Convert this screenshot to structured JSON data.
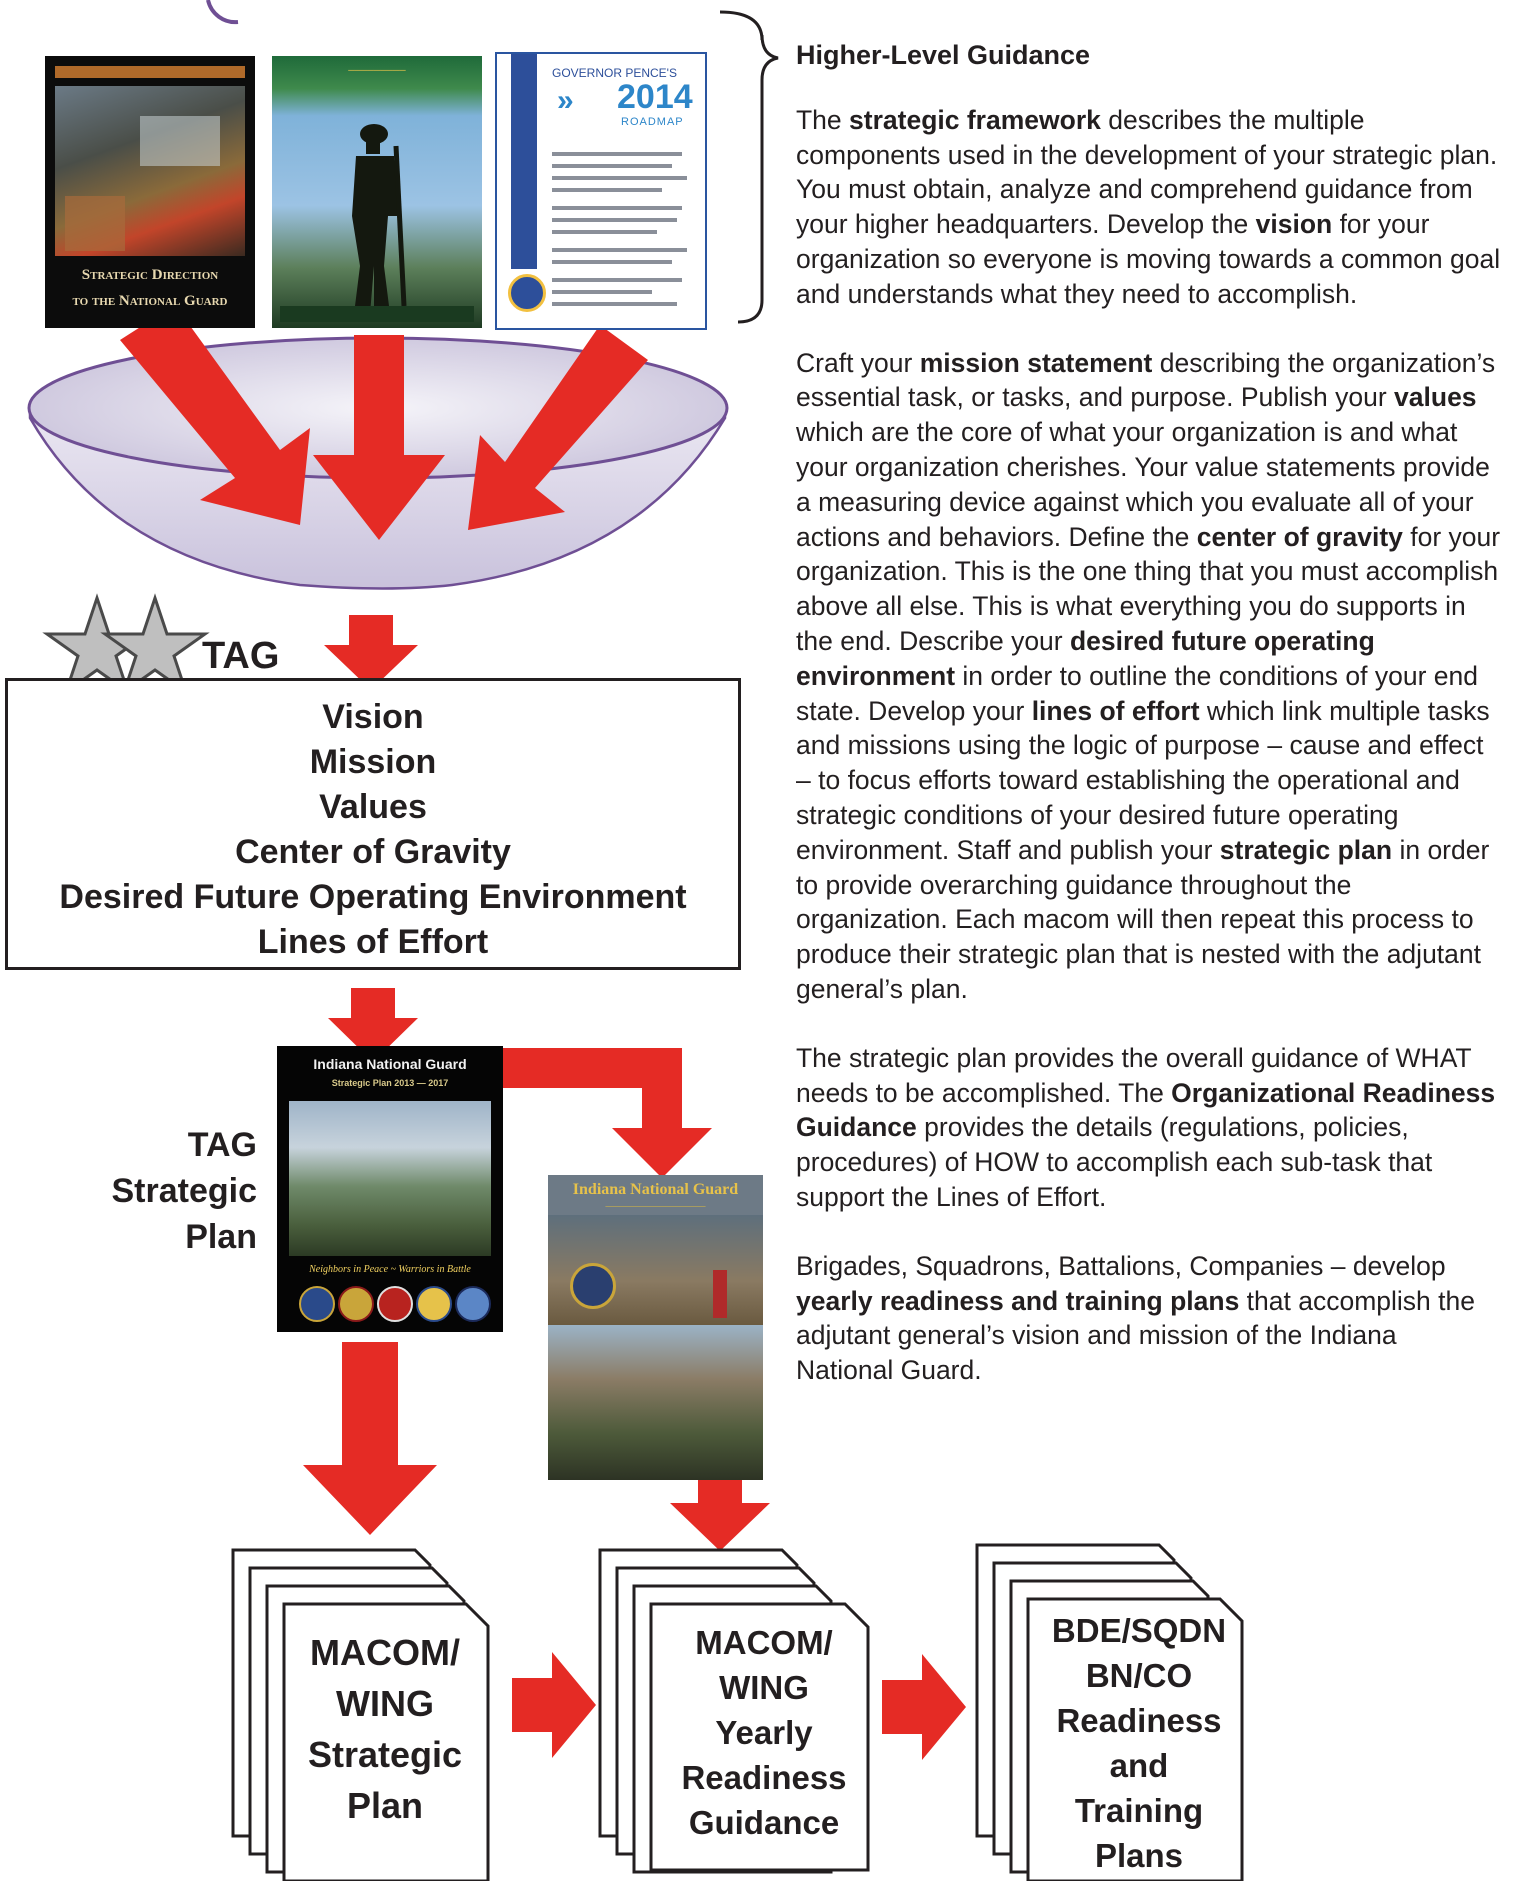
{
  "covers": {
    "strategic_direction": {
      "title_line1": "Strategic Direction",
      "title_line2": "to the National Guard"
    },
    "indiana_strategic_plan": {
      "title": "Indiana National Guard",
      "subtitle": "Strategic Plan 2013 — 2017",
      "motto": "Neighbors in Peace ~ Warriors in Battle"
    },
    "org_readiness": {
      "title": "Indiana National Guard"
    },
    "governor_roadmap": {
      "line1": "GOVERNOR PENCE'S",
      "year": "2014",
      "line3": "ROADMAP"
    }
  },
  "diagram": {
    "tag_label": "TAG",
    "tag_box_items": [
      "Vision",
      "Mission",
      "Values",
      "Center of Gravity",
      "Desired Future Operating Environment",
      "Lines of Effort"
    ],
    "tag_strategic_plan_label": [
      "TAG",
      "Strategic",
      "Plan"
    ],
    "stack1": [
      "MACOM/",
      "WING",
      "Strategic",
      "Plan"
    ],
    "stack2": [
      "MACOM/",
      "WING",
      "Yearly",
      "Readiness",
      "Guidance"
    ],
    "stack3": [
      "BDE/SQDN",
      "BN/CO",
      "Readiness",
      "and",
      "Training",
      "Plans"
    ]
  },
  "text": {
    "heading": "Higher-Level Guidance",
    "p1": {
      "a": "The ",
      "b1": "strategic framework",
      "c": " describes the multiple components used in the development of your strategic plan. You must obtain, analyze and comprehend guidance from your higher headquarters. Develop the ",
      "b2": "vision",
      "d": " for your organization so everyone is moving towards a common goal and understands what they need to accomplish."
    },
    "p2": {
      "a": "Craft your ",
      "b1": "mission statement",
      "c": " describing the organization’s essential task, or tasks, and purpose. Publish your ",
      "b2": "values",
      "d": " which are the core of what your organization is and what your organization cherishes. Your value statements provide a measuring device against which you evaluate all of your actions and behaviors. Define the ",
      "b3": "center of gravity",
      "e": " for your organization. This is the one thing that you must accomplish above all else. This is what everything you do supports in the end. Describe your ",
      "b4": "desired future operating environment",
      "f": " in order to outline the conditions of your end state. Develop your ",
      "b5": "lines of effort",
      "g": " which link multiple tasks and missions using the logic of purpose – cause and effect – to focus efforts toward establishing the operational and strategic conditions of your desired future operating environment.  Staff and publish your ",
      "b6": "strategic plan",
      "h": " in order to provide overarching guidance throughout the organization. Each macom will then repeat this process to produce their strategic plan that is nested with the adjutant general’s plan."
    },
    "p3": {
      "a": "The strategic plan provides the overall guidance of WHAT needs to be accomplished. The ",
      "b1": "Organizational Readiness Guidance",
      "c": " provides the details (regulations, policies, procedures) of HOW to accomplish each sub-task that support the Lines of Effort."
    },
    "p4": {
      "a": "Brigades, Squadrons, Battalions, Companies – develop ",
      "b1": "yearly readiness and training plans",
      "c": " that accomplish the adjutant general’s vision and mission of the Indiana National Guard."
    }
  },
  "colors": {
    "arrow": "#e52b25",
    "funnel": "#d9d4e6",
    "funnel_rim": "#6f4f94",
    "ink": "#231f20"
  }
}
